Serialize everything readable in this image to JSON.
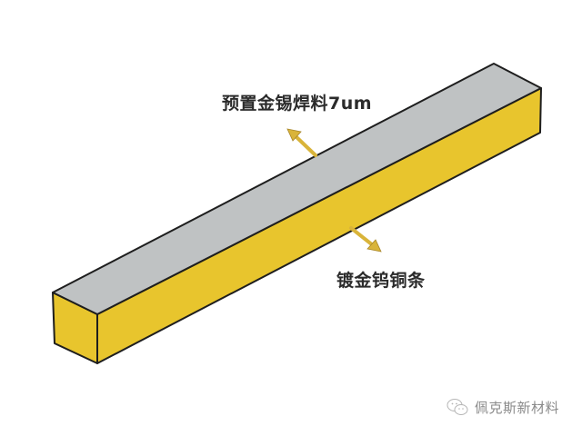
{
  "diagram": {
    "type": "3d-bar-illustration",
    "labels": {
      "top_layer": "预置金锡焊料7um",
      "base_strip": "镀金钨铜条"
    },
    "watermark": {
      "icon": "wechat-icon",
      "text": "佩克斯新材料"
    },
    "colors": {
      "top_face": "#bfc2c3",
      "side_face": "#e8c52d",
      "end_face": "#e8c52d",
      "outline": "#1e1e1e",
      "arrow": "#d9b43a",
      "label_text": "#2b2b2b",
      "watermark_text": "#8a8a8a"
    }
  }
}
